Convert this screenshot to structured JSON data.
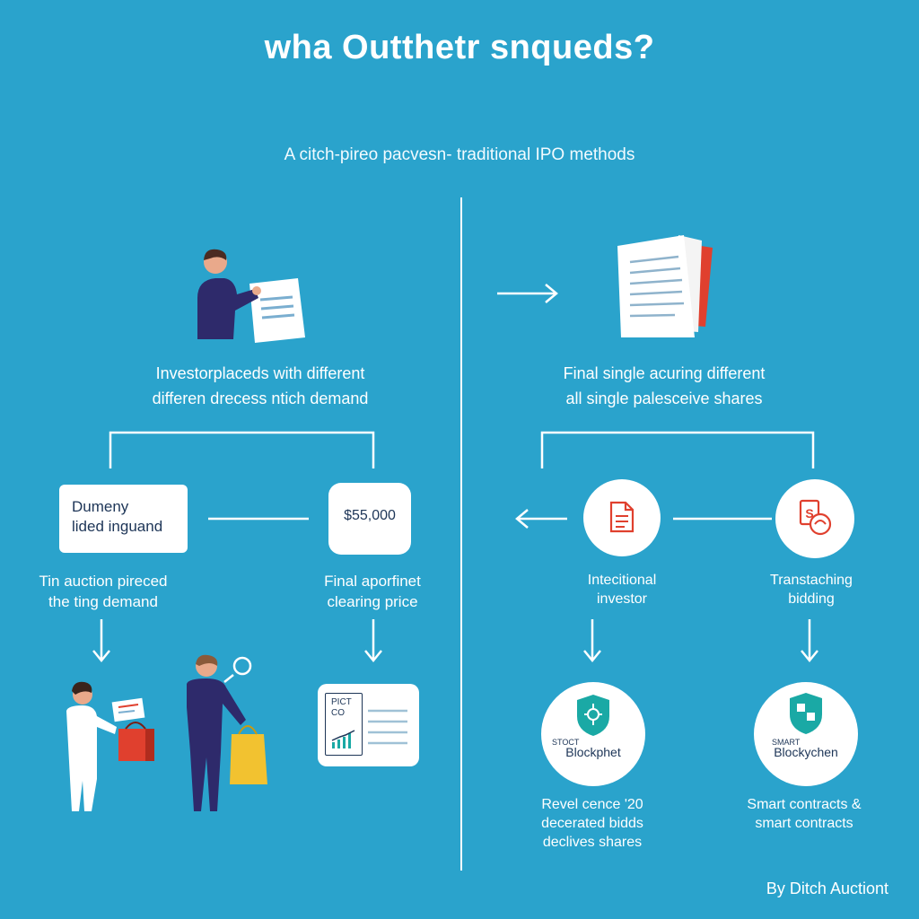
{
  "header": {
    "title": "wha Outthetr snqueds?",
    "subtitle": "A citch-pireo pacvesn- traditional IPO methods"
  },
  "left": {
    "caption_line1": "Investorplaceds with different",
    "caption_line2": "differen drecess ntich demand",
    "box_left_line1": "Dumeny",
    "box_left_line2": "lided inguand",
    "box_right_value": "$55,000",
    "label_left_line1": "Tin auction pireced",
    "label_left_line2": "the ting demand",
    "label_right_line1": "Final aporfinet",
    "label_right_line2": "clearing price",
    "chart_card_line1": "PICT",
    "chart_card_line2": "CO"
  },
  "right": {
    "caption_line1": "Final single acuring different",
    "caption_line2": "all single palesceive shares",
    "label_left_line1": "Intecitional",
    "label_left_line2": "investor",
    "label_right_line1": "Transtaching",
    "label_right_line2": "bidding",
    "badge_left_small": "STOCT",
    "badge_left_name": "Blockphet",
    "badge_right_small": "SMART",
    "badge_right_name": "Blockychen",
    "bottom_left_line1": "Revel cence '20",
    "bottom_left_line2": "decerated bidds",
    "bottom_left_line3": "declives shares",
    "bottom_right_line1": "Smart contracts &",
    "bottom_right_line2": "smart contracts"
  },
  "footer": {
    "credit": "By Ditch Auctiont"
  },
  "colors": {
    "background": "#2aa3cc",
    "accent_red": "#e0402e",
    "shield_teal": "#1aa9a5",
    "figure_navy": "#2e2a6b"
  },
  "icons": {
    "person_with_paper": "person-presenting-document-icon",
    "document_stack": "document-stack-icon",
    "shoppers": "shoppers-with-bags-icon",
    "chart_card": "bar-chart-card-icon",
    "doc_circle": "document-icon",
    "coin_circle": "coin-exchange-icon",
    "shield_left": "blockchain-shield-icon",
    "shield_right": "blockchain-shield-icon"
  }
}
